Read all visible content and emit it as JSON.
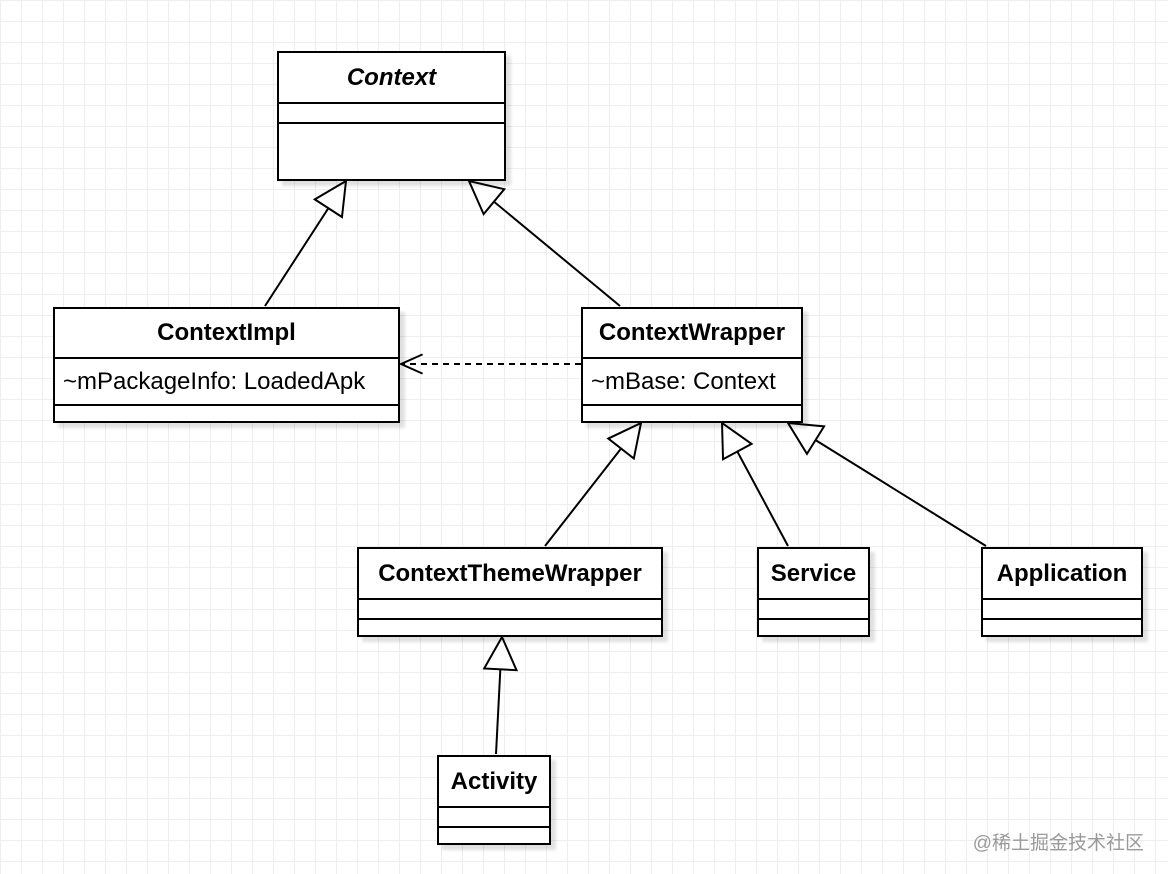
{
  "classes": {
    "context": {
      "name": "Context"
    },
    "context_impl": {
      "name": "ContextImpl",
      "attribute": "~mPackageInfo: LoadedApk"
    },
    "context_wrapper": {
      "name": "ContextWrapper",
      "attribute": "~mBase: Context"
    },
    "context_theme_wrapper": {
      "name": "ContextThemeWrapper"
    },
    "service": {
      "name": "Service"
    },
    "application": {
      "name": "Application"
    },
    "activity": {
      "name": "Activity"
    }
  },
  "relations": [
    {
      "from": "ContextImpl",
      "to": "Context",
      "type": "generalization"
    },
    {
      "from": "ContextWrapper",
      "to": "Context",
      "type": "generalization"
    },
    {
      "from": "ContextWrapper",
      "to": "ContextImpl",
      "type": "dependency"
    },
    {
      "from": "ContextThemeWrapper",
      "to": "ContextWrapper",
      "type": "generalization"
    },
    {
      "from": "Service",
      "to": "ContextWrapper",
      "type": "generalization"
    },
    {
      "from": "Application",
      "to": "ContextWrapper",
      "type": "generalization"
    },
    {
      "from": "Activity",
      "to": "ContextThemeWrapper",
      "type": "generalization"
    }
  ],
  "watermark": "@稀土掘金技术社区"
}
